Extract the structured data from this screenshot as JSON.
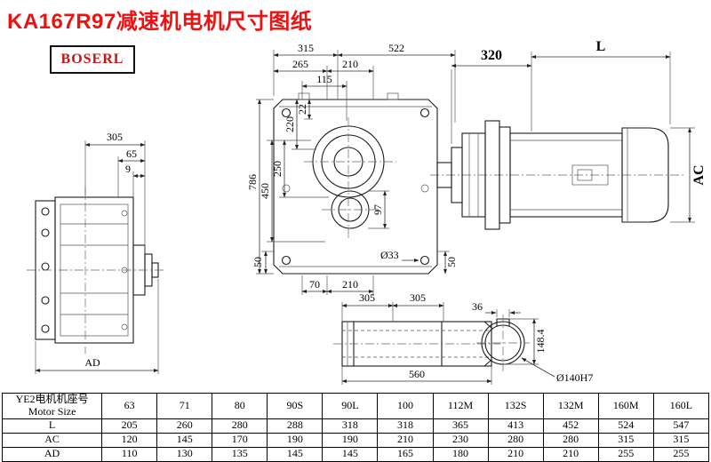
{
  "title": "KA167R97减速机电机尺寸图纸",
  "logo": "BOSERL",
  "colors": {
    "title_accent": "#ee1111",
    "logo_red": "#cc1111"
  },
  "side_view": {
    "d305": "305",
    "d65": "65",
    "d9": "9",
    "ad": "AD"
  },
  "front_view": {
    "t315": "315",
    "t522": "522",
    "t265": "265",
    "t210": "210",
    "t115": "115",
    "v22": "22",
    "v220": "220",
    "v250": "250",
    "v450": "450",
    "v786": "786",
    "d97": "97",
    "b50l": "50",
    "b70": "70",
    "b210": "210",
    "b33": "Ø33",
    "b50r": "50"
  },
  "motor_view": {
    "d320": "320",
    "dL": "L",
    "dAC": "AC"
  },
  "shaft_view": {
    "d305a": "305",
    "d305b": "305",
    "d560": "560"
  },
  "bore_view": {
    "d36": "36",
    "d1484": "148.4",
    "d140": "Ø140H7"
  },
  "table": {
    "header_cn": "YE2电机机座号",
    "header_en": "Motor Size",
    "columns": [
      "63",
      "71",
      "80",
      "90S",
      "90L",
      "100",
      "112M",
      "132S",
      "132M",
      "160M",
      "160L"
    ],
    "rows": [
      {
        "label": "L",
        "values": [
          "205",
          "260",
          "280",
          "288",
          "318",
          "318",
          "365",
          "413",
          "452",
          "524",
          "547"
        ]
      },
      {
        "label": "AC",
        "values": [
          "120",
          "145",
          "170",
          "190",
          "190",
          "210",
          "230",
          "280",
          "280",
          "315",
          "315"
        ]
      },
      {
        "label": "AD",
        "values": [
          "110",
          "130",
          "135",
          "145",
          "145",
          "165",
          "180",
          "210",
          "210",
          "255",
          "255"
        ]
      }
    ]
  }
}
